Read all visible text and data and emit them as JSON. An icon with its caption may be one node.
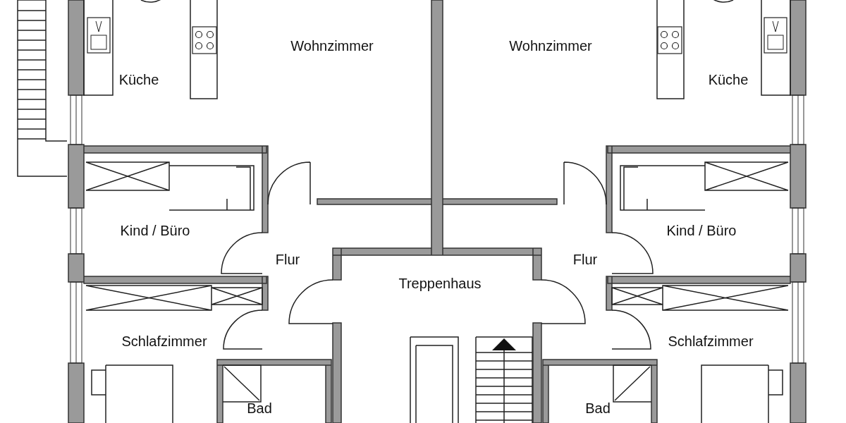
{
  "diagram": {
    "labels": [
      "Wohnzimmer",
      "Wohnzimmer",
      "Küche",
      "Küche",
      "Kind / Büro",
      "Kind / Büro",
      "Flur",
      "Flur",
      "Treppenhaus",
      "Schlafzimmer",
      "Schlafzimmer",
      "Bad",
      "Bad"
    ]
  }
}
